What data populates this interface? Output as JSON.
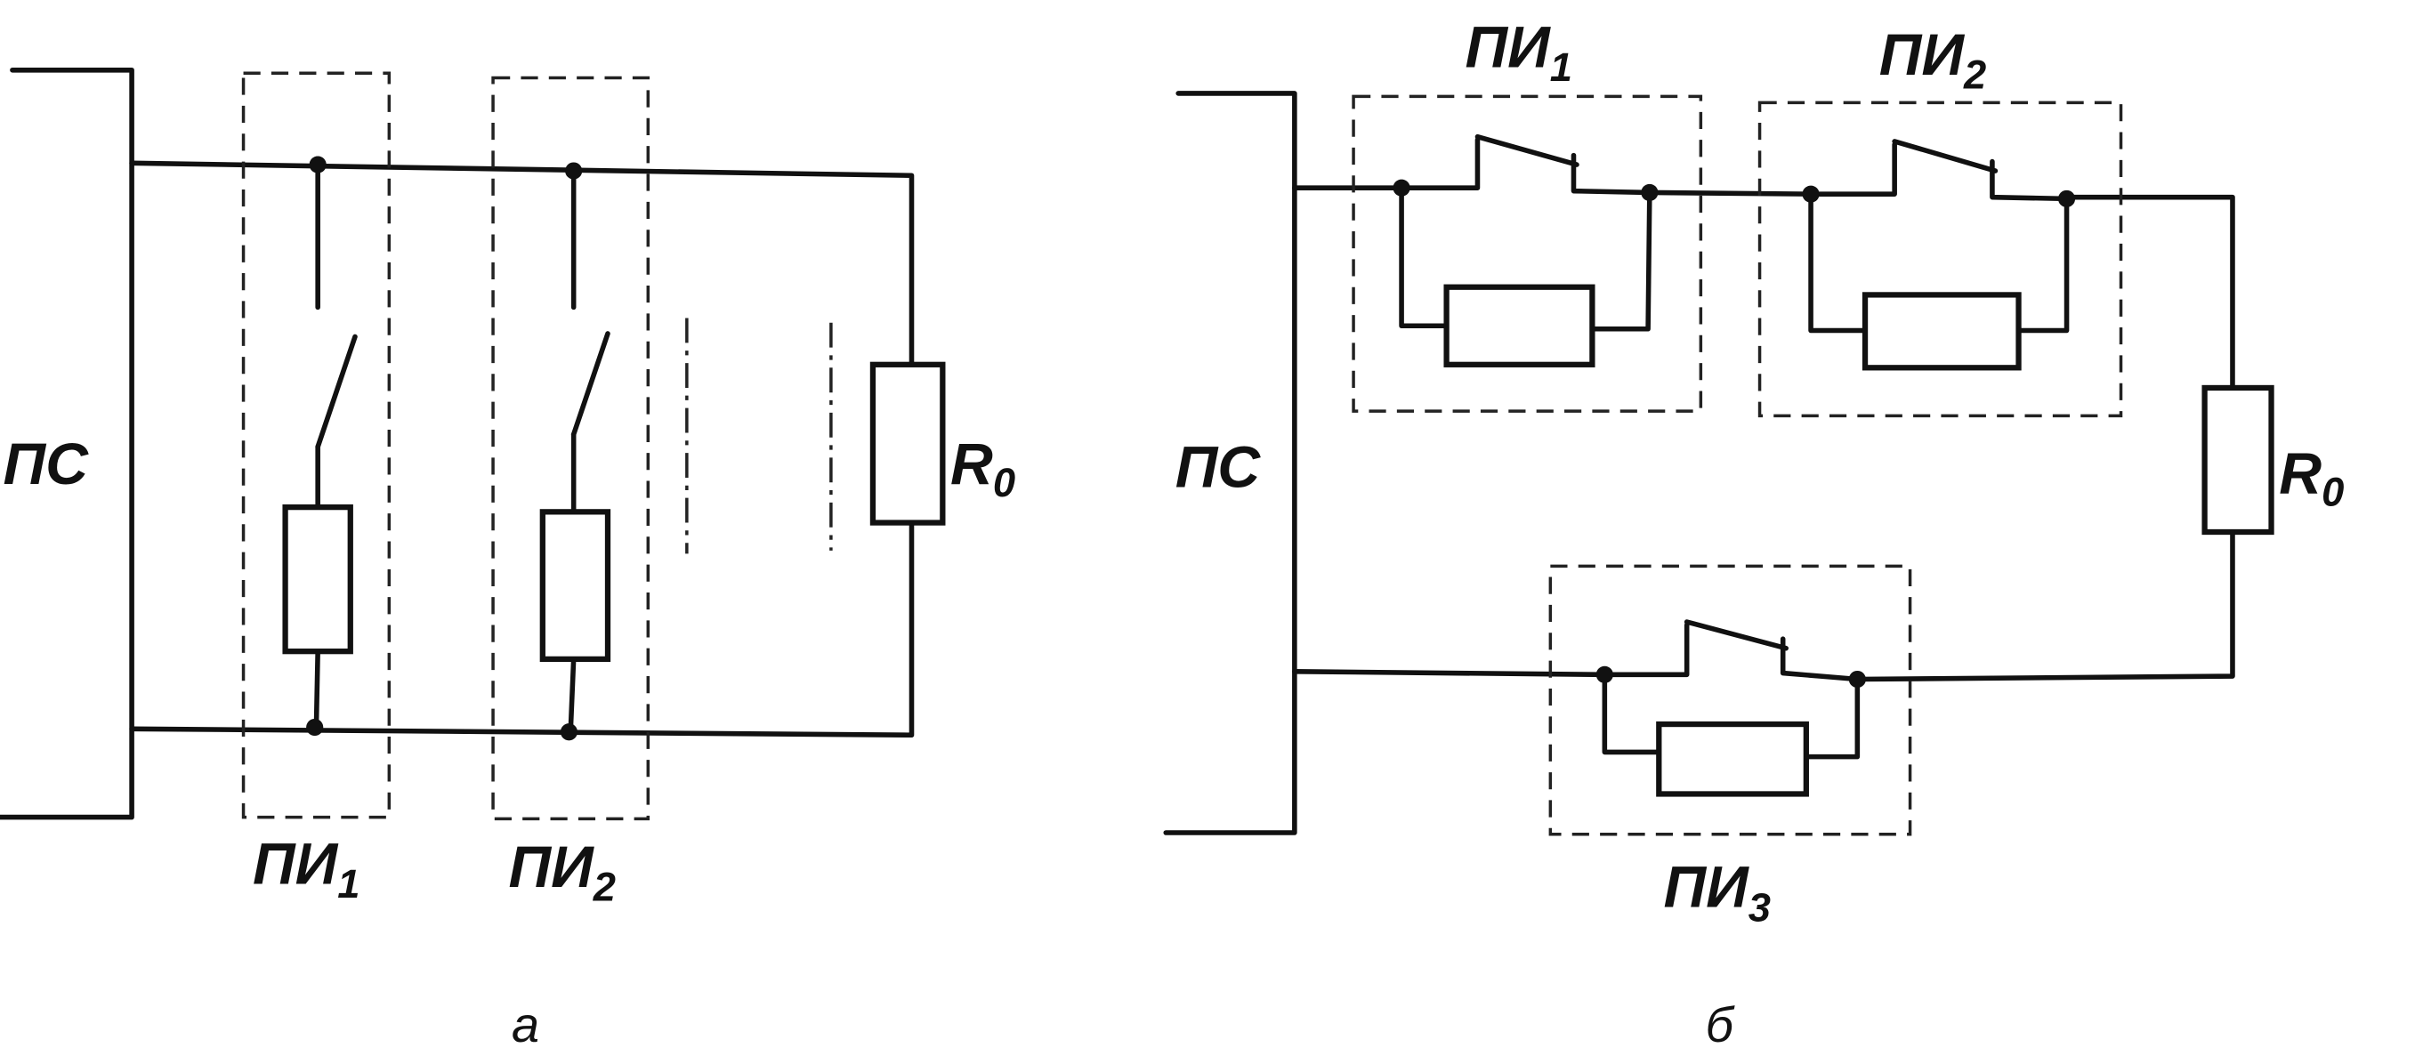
{
  "diagrams": [
    {
      "caption": "а",
      "source_label": "ПС",
      "load_label": {
        "main": "R",
        "sub": "0"
      },
      "units": [
        {
          "main": "ПИ",
          "sub": "1"
        },
        {
          "main": "ПИ",
          "sub": "2"
        }
      ]
    },
    {
      "caption": "б",
      "source_label": "ПС",
      "load_label": {
        "main": "R",
        "sub": "0"
      },
      "units": [
        {
          "main": "ПИ",
          "sub": "1"
        },
        {
          "main": "ПИ",
          "sub": "2"
        },
        {
          "main": "ПИ",
          "sub": "3"
        }
      ]
    }
  ]
}
